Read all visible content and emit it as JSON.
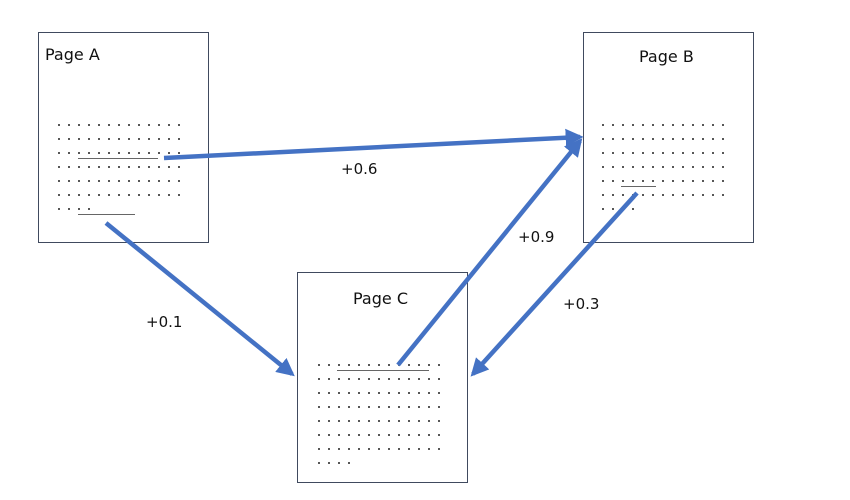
{
  "pages": {
    "a": {
      "title": "Page A"
    },
    "b": {
      "title": "Page B"
    },
    "c": {
      "title": "Page C"
    }
  },
  "links": {
    "a_to_b": {
      "from": "Page A",
      "to": "Page B",
      "weight": "+0.6"
    },
    "a_to_c": {
      "from": "Page A",
      "to": "Page C",
      "weight": "+0.1"
    },
    "c_to_b": {
      "from": "Page C",
      "to": "Page B",
      "weight": "+0.9"
    },
    "b_to_c": {
      "from": "Page B",
      "to": "Page C",
      "weight": "+0.3"
    }
  },
  "colors": {
    "arrow": "#4472C4",
    "border": "#404a5e"
  }
}
